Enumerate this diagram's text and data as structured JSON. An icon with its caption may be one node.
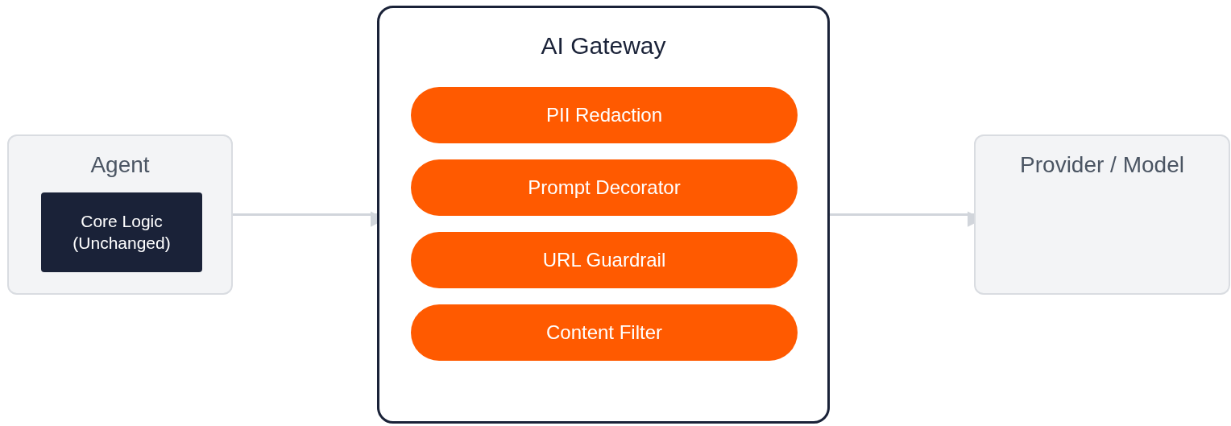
{
  "diagram": {
    "nodes": [
      {
        "text": [
          "Agent"
        ]
      },
      {
        "text": [
          "Core Logic (Unchanged)"
        ],
        "in": 0
      },
      {
        "text": [
          "AI Gateway"
        ]
      },
      {
        "text": [
          "PII Redaction"
        ],
        "in": 2
      },
      {
        "text": [
          "Prompt Decorator"
        ],
        "in": 2
      },
      {
        "text": [
          "URL Guardrail"
        ],
        "in": 2
      },
      {
        "text": [
          "Content Filter"
        ],
        "in": 2
      },
      {
        "text": [
          "Provider / Model"
        ]
      }
    ],
    "edges": [
      {
        "from": 0,
        "to": 2,
        "arrow": "to"
      },
      {
        "from": 2,
        "to": 7,
        "arrow": "to"
      }
    ]
  }
}
